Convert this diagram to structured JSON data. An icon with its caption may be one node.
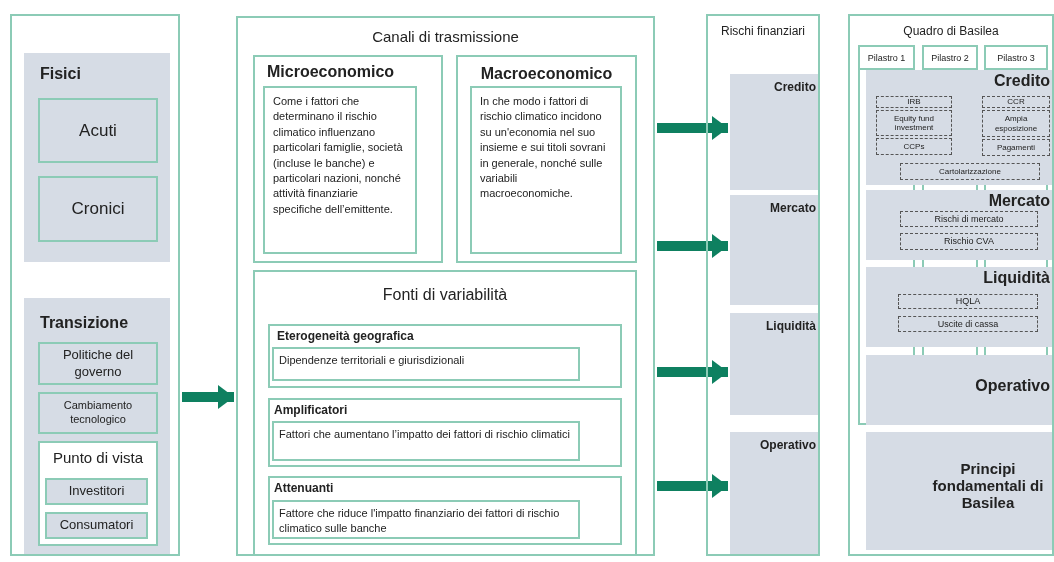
{
  "diagram": {
    "nodes": [
      {
        "text": [],
        "shape": "box"
      },
      {
        "text": [
          "Fisici"
        ],
        "in": 0
      },
      {
        "text": [
          "Acuti"
        ],
        "in": 1
      },
      {
        "text": [
          "Cronici"
        ],
        "in": 1
      },
      {
        "text": [
          "Transizione"
        ],
        "in": 0
      },
      {
        "text": [
          "Politiche del governo"
        ],
        "in": 4
      },
      {
        "text": [
          "Cambiamento tecnologico"
        ],
        "in": 4
      },
      {
        "text": [
          "Punto di vista"
        ],
        "in": 4
      },
      {
        "text": [
          "Investitori"
        ],
        "in": 7
      },
      {
        "text": [
          "Consumatori"
        ],
        "in": 7
      },
      {
        "text": [
          "Canali di trasmissione"
        ]
      },
      {
        "text": [
          "Microeconomico"
        ],
        "in": 10
      },
      {
        "text": [
          "Come i fattori che determinano il rischio climatico influenzano particolari famiglie, società (incluse le banche) e particolari nazioni, nonché attività finanziarie specifiche dell’emittente."
        ],
        "in": 11
      },
      {
        "text": [
          "Macroeconomico"
        ],
        "in": 10
      },
      {
        "text": [
          "In che modo i fattori di rischio climatico incidono su un'economia nel suo insieme e sui titoli sovrani in generale, nonché sulle variabili macroeconomiche."
        ],
        "in": 13
      },
      {
        "text": [
          "Fonti di variabilità"
        ],
        "in": 10
      },
      {
        "text": [
          "Eterogeneità geografica"
        ],
        "in": 15
      },
      {
        "text": [
          "Dipendenze territoriali e giurisdizionali"
        ],
        "in": 16
      },
      {
        "text": [
          "Amplificatori"
        ],
        "in": 15
      },
      {
        "text": [
          "Fattori che aumentano l’impatto dei fattori di rischio climatici"
        ],
        "in": 18
      },
      {
        "text": [
          "Attenuanti"
        ],
        "in": 15
      },
      {
        "text": [
          "Fattore che riduce l'impatto finanziario dei fattori di rischio climatico sulle banche"
        ],
        "in": 20
      },
      {
        "text": [
          "Rischi finanziari"
        ]
      },
      {
        "text": [
          "Credito"
        ],
        "in": 22
      },
      {
        "text": [
          "Mercato"
        ],
        "in": 22
      },
      {
        "text": [
          "Liquidità"
        ],
        "in": 22
      },
      {
        "text": [
          "Operativo"
        ],
        "in": 22
      },
      {
        "text": [
          "Quadro di Basilea"
        ]
      },
      {
        "text": [
          "Pilastro 1"
        ],
        "in": 27
      },
      {
        "text": [
          "Pilastro 2"
        ],
        "in": 27
      },
      {
        "text": [
          "Pilastro 3"
        ],
        "in": 27
      },
      {
        "text": [
          "Credito"
        ],
        "in": 27
      },
      {
        "text": [
          "IRB"
        ],
        "in": 31
      },
      {
        "text": [
          "Equity fund investment"
        ],
        "in": 31
      },
      {
        "text": [
          "CCPs"
        ],
        "in": 31
      },
      {
        "text": [
          "CCR"
        ],
        "in": 31
      },
      {
        "text": [
          "Ampia esposizione"
        ],
        "in": 31
      },
      {
        "text": [
          "Pagamenti"
        ],
        "in": 31
      },
      {
        "text": [
          "Cartolarizzazione"
        ],
        "in": 31
      },
      {
        "text": [
          "Mercato"
        ],
        "in": 27
      },
      {
        "text": [
          "Rischi di mercato"
        ],
        "in": 39
      },
      {
        "text": [
          "Rischio CVA"
        ],
        "in": 39
      },
      {
        "text": [
          "Liquidità"
        ],
        "in": 27
      },
      {
        "text": [
          "HQLA"
        ],
        "in": 42
      },
      {
        "text": [
          "Uscite di cassa"
        ],
        "in": 42
      },
      {
        "text": [
          "Operativo"
        ],
        "in": 27
      },
      {
        "text": [
          "Principi fondamentali di Basilea"
        ],
        "in": 27
      }
    ],
    "edges": [
      {
        "from": 0,
        "to": 10,
        "arrow": "to"
      },
      {
        "from": 10,
        "to": 23,
        "arrow": "to"
      },
      {
        "from": 10,
        "to": 24,
        "arrow": "to"
      },
      {
        "from": 10,
        "to": 25,
        "arrow": "to"
      },
      {
        "from": 10,
        "to": 26,
        "arrow": "to"
      }
    ]
  }
}
